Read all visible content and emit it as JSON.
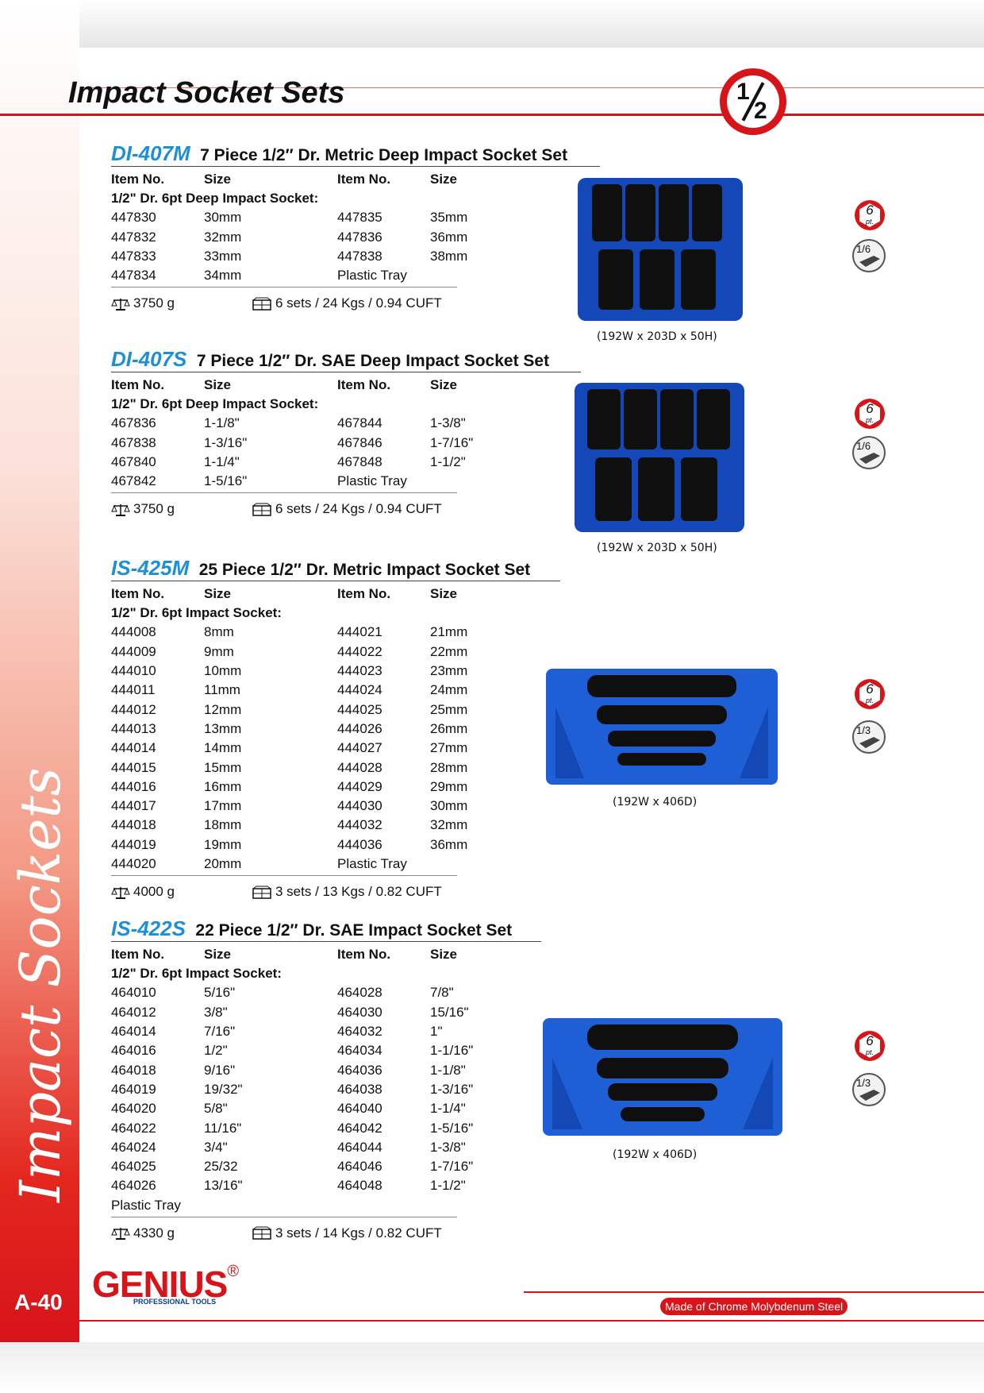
{
  "header": {
    "title": "Impact Socket Sets",
    "drive_num": "1",
    "drive_den": "2"
  },
  "sidebar": {
    "vertical_text": "Impact Sockets",
    "page_number": "A-40"
  },
  "footer": {
    "brand": "GENIUS",
    "registered": "®",
    "tagline": "PROFESSIONAL TOOLS",
    "material": "Made of Chrome Molybdenum Steel"
  },
  "columns": {
    "item_no": "Item No.",
    "size": "Size"
  },
  "sections": [
    {
      "code": "DI-407M",
      "title": "7 Piece 1/2″ Dr. Metric Deep Impact Socket Set",
      "subheader": "1/2\" Dr. 6pt Deep Impact Socket:",
      "rows": [
        [
          "447830",
          "30mm",
          "447835",
          "35mm"
        ],
        [
          "447832",
          "32mm",
          "447836",
          "36mm"
        ],
        [
          "447833",
          "33mm",
          "447838",
          "38mm"
        ],
        [
          "447834",
          "34mm",
          "Plastic Tray",
          ""
        ]
      ],
      "weight": "3750 g",
      "packing": "6 sets / 24 Kgs / 0.94 CUFT",
      "dimensions": "(192W x 203D x 50H)",
      "points": "6",
      "pt": "pt.",
      "fraction": "1/6"
    },
    {
      "code": "DI-407S",
      "title": "7 Piece 1/2″ Dr. SAE Deep Impact Socket Set",
      "subheader": "1/2\" Dr. 6pt Deep Impact Socket:",
      "rows": [
        [
          "467836",
          "1-1/8\"",
          "467844",
          "1-3/8\""
        ],
        [
          "467838",
          "1-3/16\"",
          "467846",
          "1-7/16\""
        ],
        [
          "467840",
          "1-1/4\"",
          "467848",
          "1-1/2\""
        ],
        [
          "467842",
          "1-5/16\"",
          "Plastic Tray",
          ""
        ]
      ],
      "weight": "3750 g",
      "packing": "6 sets / 24 Kgs / 0.94 CUFT",
      "dimensions": "(192W x 203D x 50H)",
      "points": "6",
      "pt": "pt.",
      "fraction": "1/6"
    },
    {
      "code": "IS-425M",
      "title": "25 Piece 1/2″ Dr. Metric Impact Socket Set",
      "subheader": "1/2\" Dr. 6pt Impact Socket:",
      "rows": [
        [
          "444008",
          "8mm",
          "444021",
          "21mm"
        ],
        [
          "444009",
          "9mm",
          "444022",
          "22mm"
        ],
        [
          "444010",
          "10mm",
          "444023",
          "23mm"
        ],
        [
          "444011",
          "11mm",
          "444024",
          "24mm"
        ],
        [
          "444012",
          "12mm",
          "444025",
          "25mm"
        ],
        [
          "444013",
          "13mm",
          "444026",
          "26mm"
        ],
        [
          "444014",
          "14mm",
          "444027",
          "27mm"
        ],
        [
          "444015",
          "15mm",
          "444028",
          "28mm"
        ],
        [
          "444016",
          "16mm",
          "444029",
          "29mm"
        ],
        [
          "444017",
          "17mm",
          "444030",
          "30mm"
        ],
        [
          "444018",
          "18mm",
          "444032",
          "32mm"
        ],
        [
          "444019",
          "19mm",
          "444036",
          "36mm"
        ],
        [
          "444020",
          "20mm",
          "Plastic Tray",
          ""
        ]
      ],
      "weight": "4000 g",
      "packing": "3 sets / 13 Kgs / 0.82 CUFT",
      "dimensions": "(192W x 406D)",
      "points": "6",
      "pt": "pt.",
      "fraction": "1/3"
    },
    {
      "code": "IS-422S",
      "title": "22 Piece 1/2″ Dr. SAE Impact Socket Set",
      "subheader": "1/2\" Dr. 6pt Impact Socket:",
      "rows": [
        [
          "464010",
          "5/16\"",
          "464028",
          "7/8\""
        ],
        [
          "464012",
          "3/8\"",
          "464030",
          "15/16\""
        ],
        [
          "464014",
          "7/16\"",
          "464032",
          "1\""
        ],
        [
          "464016",
          "1/2\"",
          "464034",
          "1-1/16\""
        ],
        [
          "464018",
          "9/16\"",
          "464036",
          "1-1/8\""
        ],
        [
          "464019",
          "19/32\"",
          "464038",
          "1-3/16\""
        ],
        [
          "464020",
          "5/8\"",
          "464040",
          "1-1/4\""
        ],
        [
          "464022",
          "11/16\"",
          "464042",
          "1-5/16\""
        ],
        [
          "464024",
          "3/4\"",
          "464044",
          "1-3/8\""
        ],
        [
          "464025",
          "25/32",
          "464046",
          "1-7/16\""
        ],
        [
          "464026",
          "13/16\"",
          "464048",
          "1-1/2\""
        ],
        [
          "Plastic Tray",
          "",
          "",
          ""
        ]
      ],
      "weight": "4330 g",
      "packing": "3 sets / 14 Kgs / 0.82 CUFT",
      "dimensions": "(192W x 406D)",
      "points": "6",
      "pt": "pt.",
      "fraction": "1/3"
    }
  ]
}
